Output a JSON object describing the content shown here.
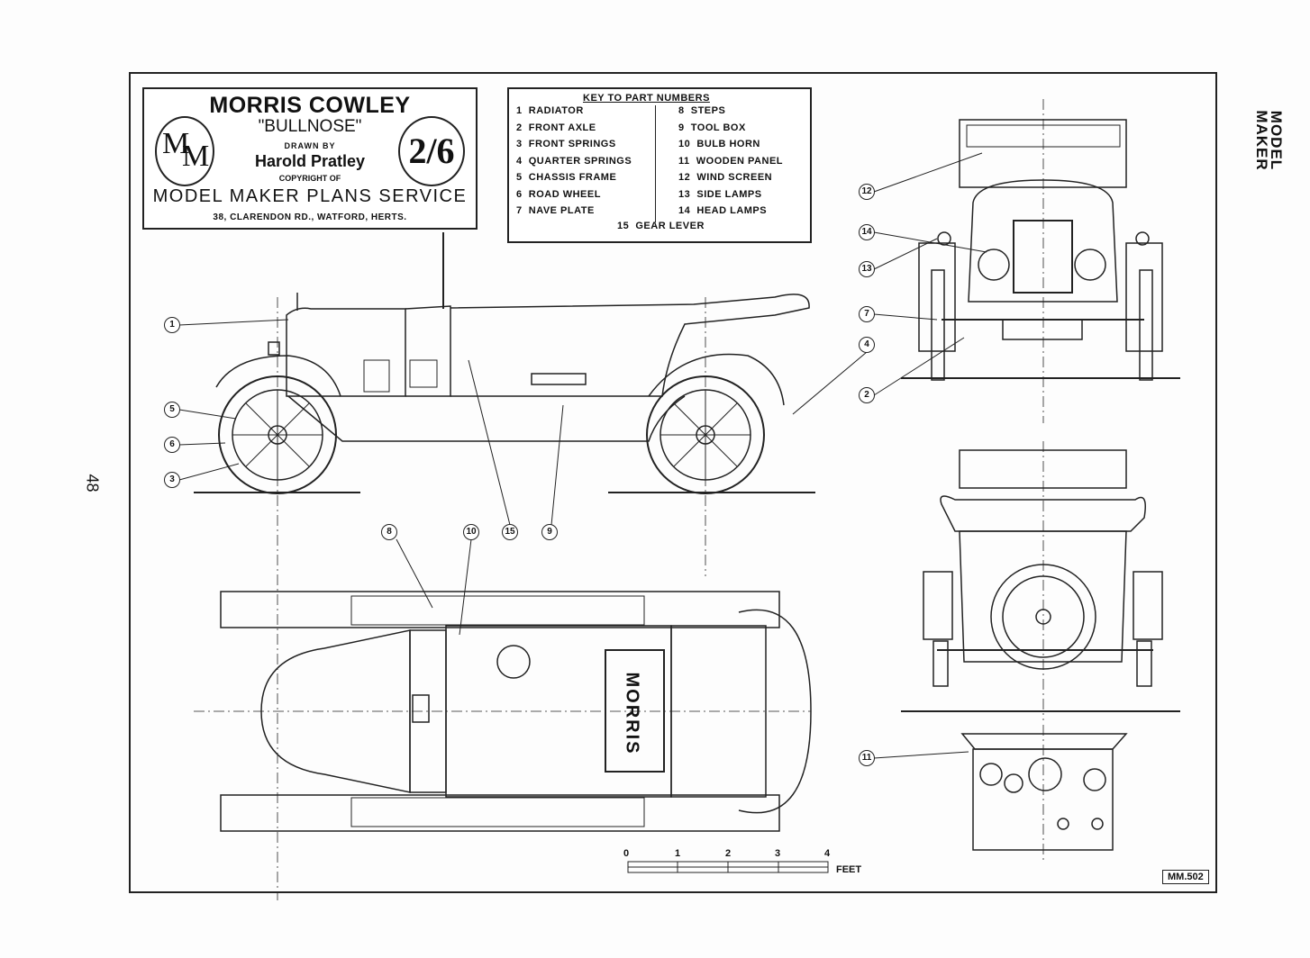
{
  "title": {
    "model": "MORRIS COWLEY",
    "nickname": "\"BULLNOSE\"",
    "drawn_by_label": "DRAWN BY",
    "author": "Harold Pratley",
    "copyright_label": "COPYRIGHT OF",
    "publisher": "MODEL MAKER PLANS SERVICE",
    "address": "38, CLARENDON RD., WATFORD, HERTS.",
    "logo_letters": [
      "M",
      "M"
    ],
    "price": "2/6"
  },
  "key": {
    "heading": "KEY TO PART NUMBERS",
    "items": [
      {
        "num": "1",
        "label": "RADIATOR"
      },
      {
        "num": "2",
        "label": "FRONT AXLE"
      },
      {
        "num": "3",
        "label": "FRONT SPRINGS"
      },
      {
        "num": "4",
        "label": "QUARTER SPRINGS"
      },
      {
        "num": "5",
        "label": "CHASSIS FRAME"
      },
      {
        "num": "6",
        "label": "ROAD WHEEL"
      },
      {
        "num": "7",
        "label": "NAVE PLATE"
      },
      {
        "num": "8",
        "label": "STEPS"
      },
      {
        "num": "9",
        "label": "TOOL BOX"
      },
      {
        "num": "10",
        "label": "BULB HORN"
      },
      {
        "num": "11",
        "label": "WOODEN PANEL"
      },
      {
        "num": "12",
        "label": "WIND SCREEN"
      },
      {
        "num": "13",
        "label": "SIDE LAMPS"
      },
      {
        "num": "14",
        "label": "HEAD LAMPS"
      },
      {
        "num": "15",
        "label": "GEAR LEVER"
      }
    ]
  },
  "callouts": [
    "1",
    "5",
    "6",
    "3",
    "8",
    "10",
    "15",
    "9",
    "12",
    "14",
    "13",
    "7",
    "4",
    "2",
    "11"
  ],
  "plan_badge": "MORRIS",
  "scale": {
    "ticks": [
      "0",
      "1",
      "2",
      "3",
      "4"
    ],
    "unit": "FEET"
  },
  "page_number": "48",
  "brand": "MODEL MAKER",
  "drawing_ref": "MM.502"
}
